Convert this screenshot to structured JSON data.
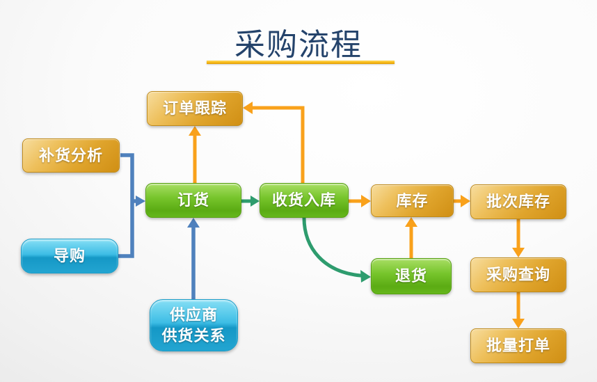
{
  "title": {
    "text": "采购流程"
  },
  "colors": {
    "title-text": "#24436B",
    "underline-gold": "#F7B916",
    "arrow-orange": "#F9A11B",
    "arrow-blue": "#4F81BD",
    "arrow-teal": "#2E9C6E",
    "node-gold": "#E2A82F",
    "node-green": "#6CBE22",
    "node-blue": "#23A8D4"
  },
  "nodes": {
    "order_tracking": {
      "label": "订单跟踪",
      "color": "gold"
    },
    "replenish_analysis": {
      "label": "补货分析",
      "color": "gold"
    },
    "guide": {
      "label": "导购",
      "color": "blue"
    },
    "ordering": {
      "label": "订货",
      "color": "green"
    },
    "receive_warehouse": {
      "label": "收货入库",
      "color": "green"
    },
    "inventory": {
      "label": "库存",
      "color": "gold"
    },
    "batch_inventory": {
      "label": "批次库存",
      "color": "gold"
    },
    "returns": {
      "label": "退货",
      "color": "green"
    },
    "supplier_relation": {
      "label": "供应商\n供货关系",
      "color": "blue"
    },
    "purchase_query": {
      "label": "采购查询",
      "color": "gold"
    },
    "batch_print": {
      "label": "批量打单",
      "color": "gold"
    }
  },
  "edges": [
    {
      "from": "补货分析",
      "to": "订货",
      "color": "blue",
      "style": "elbow"
    },
    {
      "from": "导购",
      "to": "订货",
      "color": "blue",
      "style": "elbow"
    },
    {
      "from": "供应商供货关系",
      "to": "订货",
      "color": "blue",
      "style": "straight"
    },
    {
      "from": "订货",
      "to": "订单跟踪",
      "color": "orange",
      "style": "straight"
    },
    {
      "from": "收货入库",
      "to": "订单跟踪",
      "color": "orange",
      "style": "elbow"
    },
    {
      "from": "订货",
      "to": "收货入库",
      "color": "teal",
      "style": "straight"
    },
    {
      "from": "收货入库",
      "to": "库存",
      "color": "orange",
      "style": "straight"
    },
    {
      "from": "收货入库",
      "to": "退货",
      "color": "teal",
      "style": "curved"
    },
    {
      "from": "退货",
      "to": "库存",
      "color": "orange",
      "style": "straight"
    },
    {
      "from": "库存",
      "to": "批次库存",
      "color": "orange",
      "style": "straight"
    },
    {
      "from": "批次库存",
      "to": "采购查询",
      "color": "orange",
      "style": "straight"
    },
    {
      "from": "采购查询",
      "to": "批量打单",
      "color": "orange",
      "style": "straight"
    }
  ]
}
